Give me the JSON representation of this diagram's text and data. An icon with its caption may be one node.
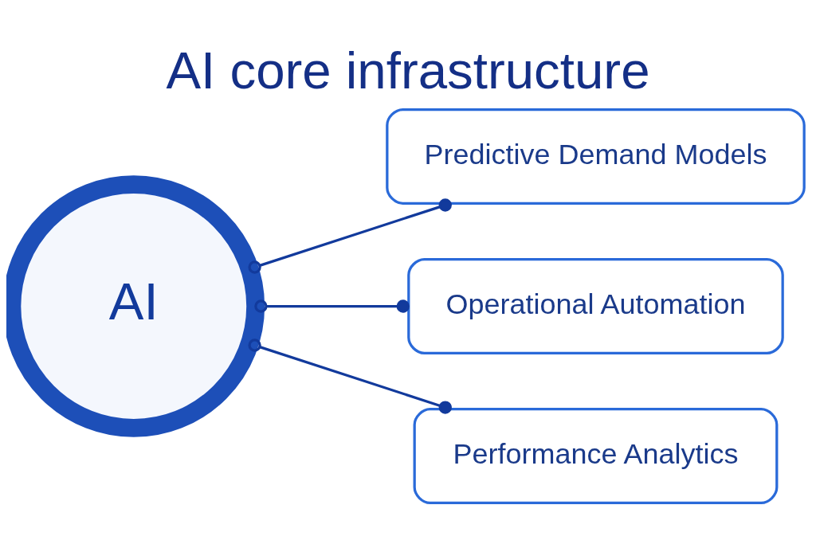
{
  "diagram": {
    "title": "AI core infrastructure",
    "nodes": [
      {
        "text": [
          "AI"
        ]
      },
      {
        "text": [
          "Predictive Demand Models"
        ]
      },
      {
        "text": [
          "Operational Automation"
        ]
      },
      {
        "text": [
          "Performance Analytics"
        ]
      }
    ],
    "edges": [
      {
        "from": 0,
        "to": 1,
        "arrow": "other"
      },
      {
        "from": 0,
        "to": 2,
        "arrow": "other"
      },
      {
        "from": 0,
        "to": 3,
        "arrow": "other"
      }
    ]
  }
}
